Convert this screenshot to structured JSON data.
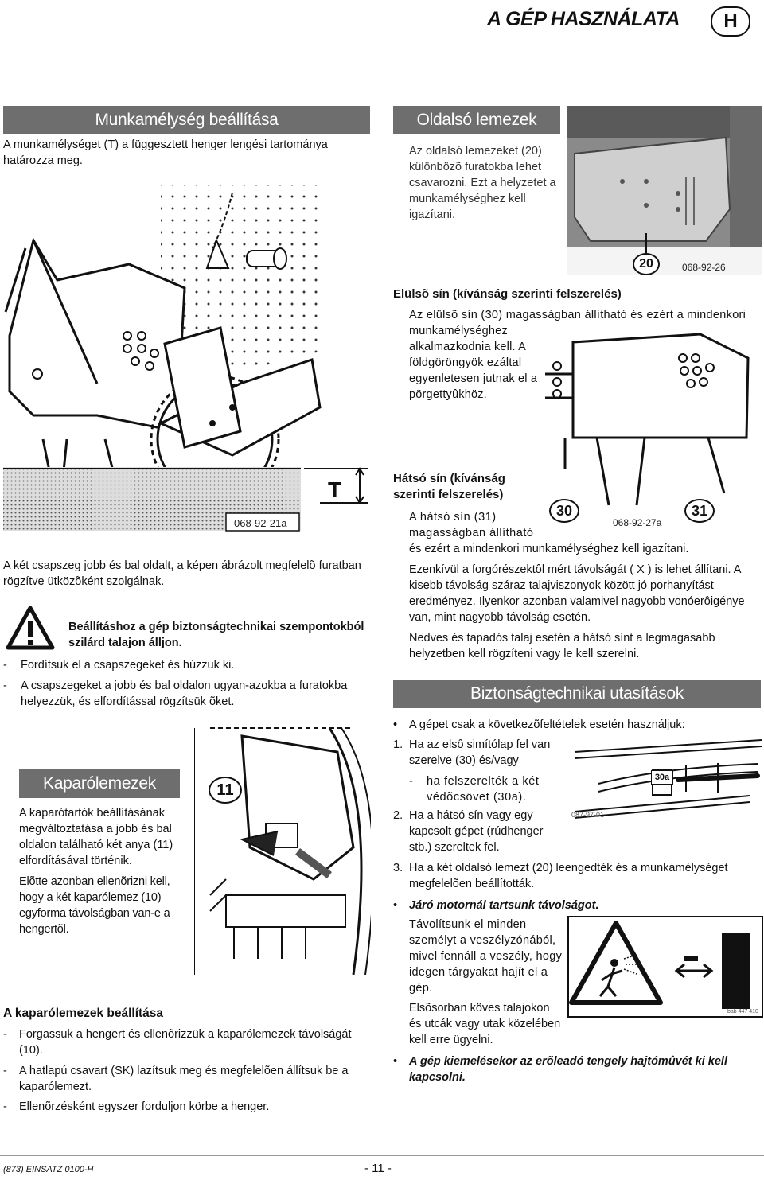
{
  "header": {
    "title": "A GÉP HASZNÁLATA",
    "lang_badge": "H"
  },
  "munkamelyseg": {
    "heading": "Munkamélység beállítása",
    "intro": "A munkamélységet (T) a függesztett henger lengési tartománya határozza meg.",
    "figure_code": "068-92-21a",
    "dimension_label": "T",
    "caption": "A két csapszeg jobb és bal oldalt, a képen ábrázolt megfelelõ furatban rögzítve ütközõként szolgálnak.",
    "warning": "Beállításhoz a gép biztonságtechnikai szempontokból szilárd talajon álljon.",
    "steps": [
      "Fordítsuk el a csapszegeket és húzzuk ki.",
      "A csapszegeket a jobb és bal oldalon ugyan-azokba a furatokba helyezzük, és elfordítással rögzítsük õket."
    ]
  },
  "oldalso": {
    "heading": "Oldalsó lemezek",
    "text": "Az oldalsó lemezeket (20) különbözõ furatokba lehet csavarozni. Ezt a helyzetet a munkamélységhez kell igazítani.",
    "callout": "20",
    "figure_code": "068-92-26"
  },
  "elulso": {
    "heading": "Elülsõ sín (kívánság szerinti felszerelés)",
    "text_line1": "Az elülsõ sín (30) magasságban állítható és ezért a mindenkori",
    "text_rest": "munkamélységhez alkalmazkodnia kell. A földgöröngyök ezáltal egyenletesen jutnak el a pörgettyûkhöz."
  },
  "hatso": {
    "heading": "Hátsó sín (kívánság szerinti felszerelés)",
    "text_part1": "A hátsó sín (31) magasságban állítható",
    "text_part2": "és ezért a mindenkori munkamélységhez kell igazítani.",
    "para2": "Ezenkívül a forgórészektôl mért távolságát ( X ) is lehet állítani. A kisebb távolság száraz talajviszonyok között jó porhanyítást eredményez. Ilyenkor azonban valamivel nagyobb vonóerôigénye van, mint nagyobb távolság esetén.",
    "para3": "Nedves és tapadós talaj esetén a hátsó sínt a legmagasabb helyzetben kell rögzíteni vagy le kell szerelni.",
    "callout_30": "30",
    "callout_31": "31",
    "figure_code": "068-92-27a"
  },
  "kaparo": {
    "heading": "Kaparólemezek",
    "para1": "A kaparótartók beállításának megváltoztatása a jobb és bal oldalon található két anya (11) elfordításával történik.",
    "para2": "Elõtte azonban ellenõrizni kell, hogy a két kaparólemez (10) egyforma távolságban van-e a hengertõl.",
    "callout": "11"
  },
  "kaparo_beall": {
    "heading": "A kaparólemezek beállítása",
    "steps": [
      "Forgassuk a hengert és ellenõrizzük a kaparólemezek távolságát (10).",
      "A hatlapú csavart (SK) lazítsuk meg és megfelelõen állítsuk be a kaparólemezt.",
      "Ellenõrzésként egyszer forduljon körbe a henger."
    ]
  },
  "biztonsag": {
    "heading": "Biztonságtechnikai utasítások",
    "bullet1": "A gépet csak a következõfeltételek esetén használjuk:",
    "item1_num": "1.",
    "item1": "Ha az elsô simítólap fel van szerelve (30) és/vagy",
    "item1_sub": "ha felszerelték a két védõcsövet (30a).",
    "item2_num": "2.",
    "item2": "Ha a hátsó sín vagy egy kapcsolt gépet (rúdhenger stb.) szereltek fel.",
    "item3_num": "3.",
    "item3": "Ha a két oldalsó lemezt (20) leengedték és a munkamélységet megfelelõen beállították.",
    "bullet2": "Járó motornál tartsunk távolságot.",
    "para_dist": "Távolítsunk el minden személyt a veszélyzónából, mivel fennáll a veszély, hogy idegen tárgyakat hajít el a gép.",
    "para_stone": "Elsõsorban köves talajokon és utcák vagy utak közelében kell erre ügyelni.",
    "bullet3": "A gép kiemelésekor az erõleadó tengely hajtómûvét ki kell kapcsolni.",
    "callout_30a": "30a",
    "figure_code": "087-97-01",
    "sign_code": "bab 447 410"
  },
  "footer": {
    "left": "(873) EINSATZ 0100-H",
    "page": "- 11 -"
  }
}
